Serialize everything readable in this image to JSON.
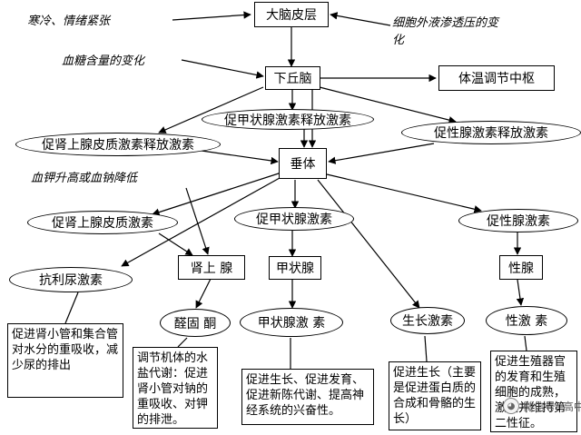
{
  "cues": {
    "cold_stress": "寒冷、情绪紧张",
    "blood_sugar": "血糖含量的变化",
    "osmotic": "细胞外液渗透压的变化",
    "potassium_sodium": "血钾升高或血钠降低"
  },
  "nodes": {
    "cortex": "大脑皮层",
    "hypothalamus": "下丘脑",
    "thermo_center": "体温调节中枢",
    "trh": "促甲状腺激素释放激素",
    "crh": "促肾上腺皮质激素释放激素",
    "gnrh": "促性腺激素释放激素",
    "pituitary": "垂体",
    "acth": "促肾上腺皮质激素",
    "tsh": "促甲状腺激素",
    "gth": "促性腺激素",
    "adh": "抗利尿激素",
    "adrenal": "肾上 腺",
    "thyroid": "甲状腺",
    "gonad": "性腺",
    "growth_hormone": "生长激素",
    "aldosterone": "醛固 酮",
    "thyroxine": "甲状腺激 素",
    "sex_hormone": "性激 素"
  },
  "notes": {
    "adh": "促进肾小管和集合管对水分的重吸收，减少尿的排出",
    "aldosterone": "调节机体的水盐代谢：促进肾小管对钠的重吸收、对钾的排泄。",
    "thyroxine": "促进生长、促进发育、促进新陈代谢、提高神经系统的兴奋性。",
    "growth": "促进生长（主要是促进蛋白质的合成和骨骼的生长）",
    "sex": "促进生殖器官的发育和生殖细胞的成熟，激发并维持第二性征。"
  },
  "watermark": "微信号: 高中生物"
}
